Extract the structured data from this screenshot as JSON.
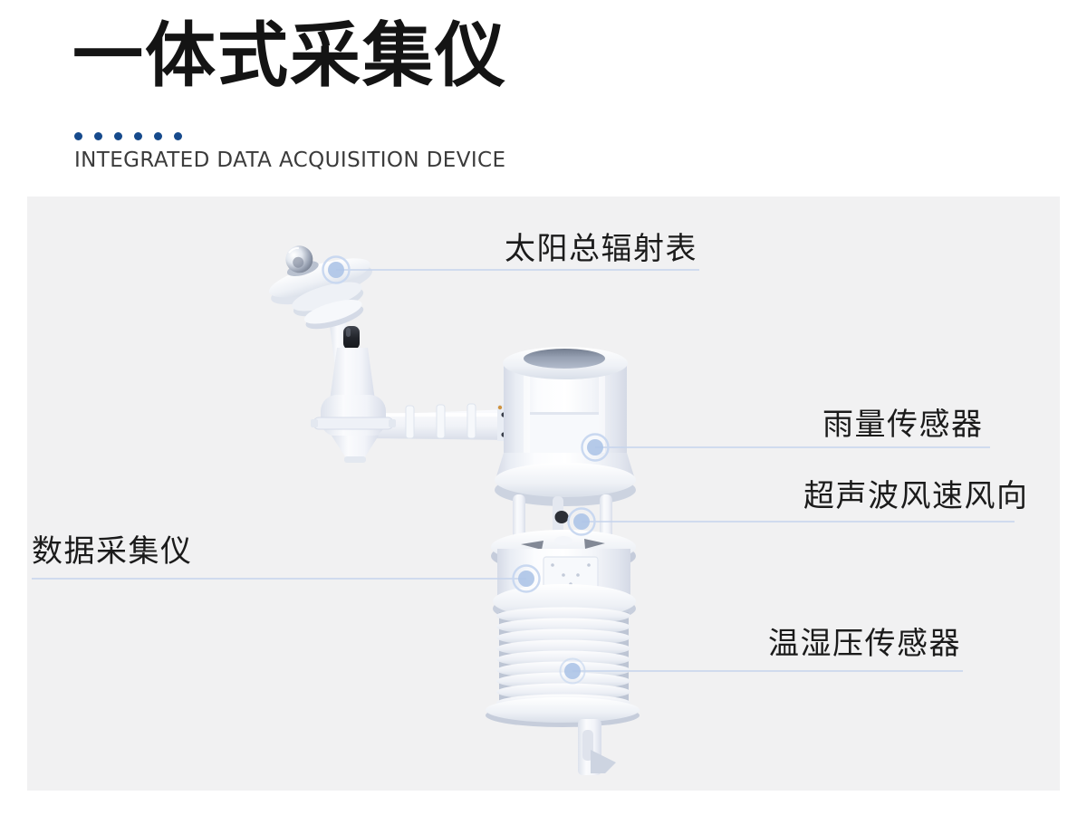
{
  "header": {
    "title": "一体式采集仪",
    "subtitle": "INTEGRATED DATA ACQUISITION DEVICE",
    "dot_count": 6
  },
  "colors": {
    "accent_blue": "#164a8c",
    "panel_bg": "#f1f1f2",
    "leader_line": "#c6d4ec",
    "marker_fill": "#adc4e7",
    "marker_ring": "#c9d8f0",
    "label_text": "#1b1b1b"
  },
  "annotations": [
    {
      "id": "solar-radiation-sensor",
      "label": "太阳总辐射表"
    },
    {
      "id": "rain-sensor",
      "label": "雨量传感器"
    },
    {
      "id": "ultrasonic-wind-sensor",
      "label": "超声波风速风向"
    },
    {
      "id": "data-logger",
      "label": "数据采集仪"
    },
    {
      "id": "temp-humidity-pressure-sensor",
      "label": "温湿压传感器"
    }
  ],
  "device": {
    "description": "integrated weather station product render",
    "parts": [
      "pyranometer",
      "mounting-arm",
      "rain-gauge",
      "ultrasonic-anemometer",
      "data-logger-body",
      "radiation-shield",
      "bottom-bracket"
    ]
  }
}
